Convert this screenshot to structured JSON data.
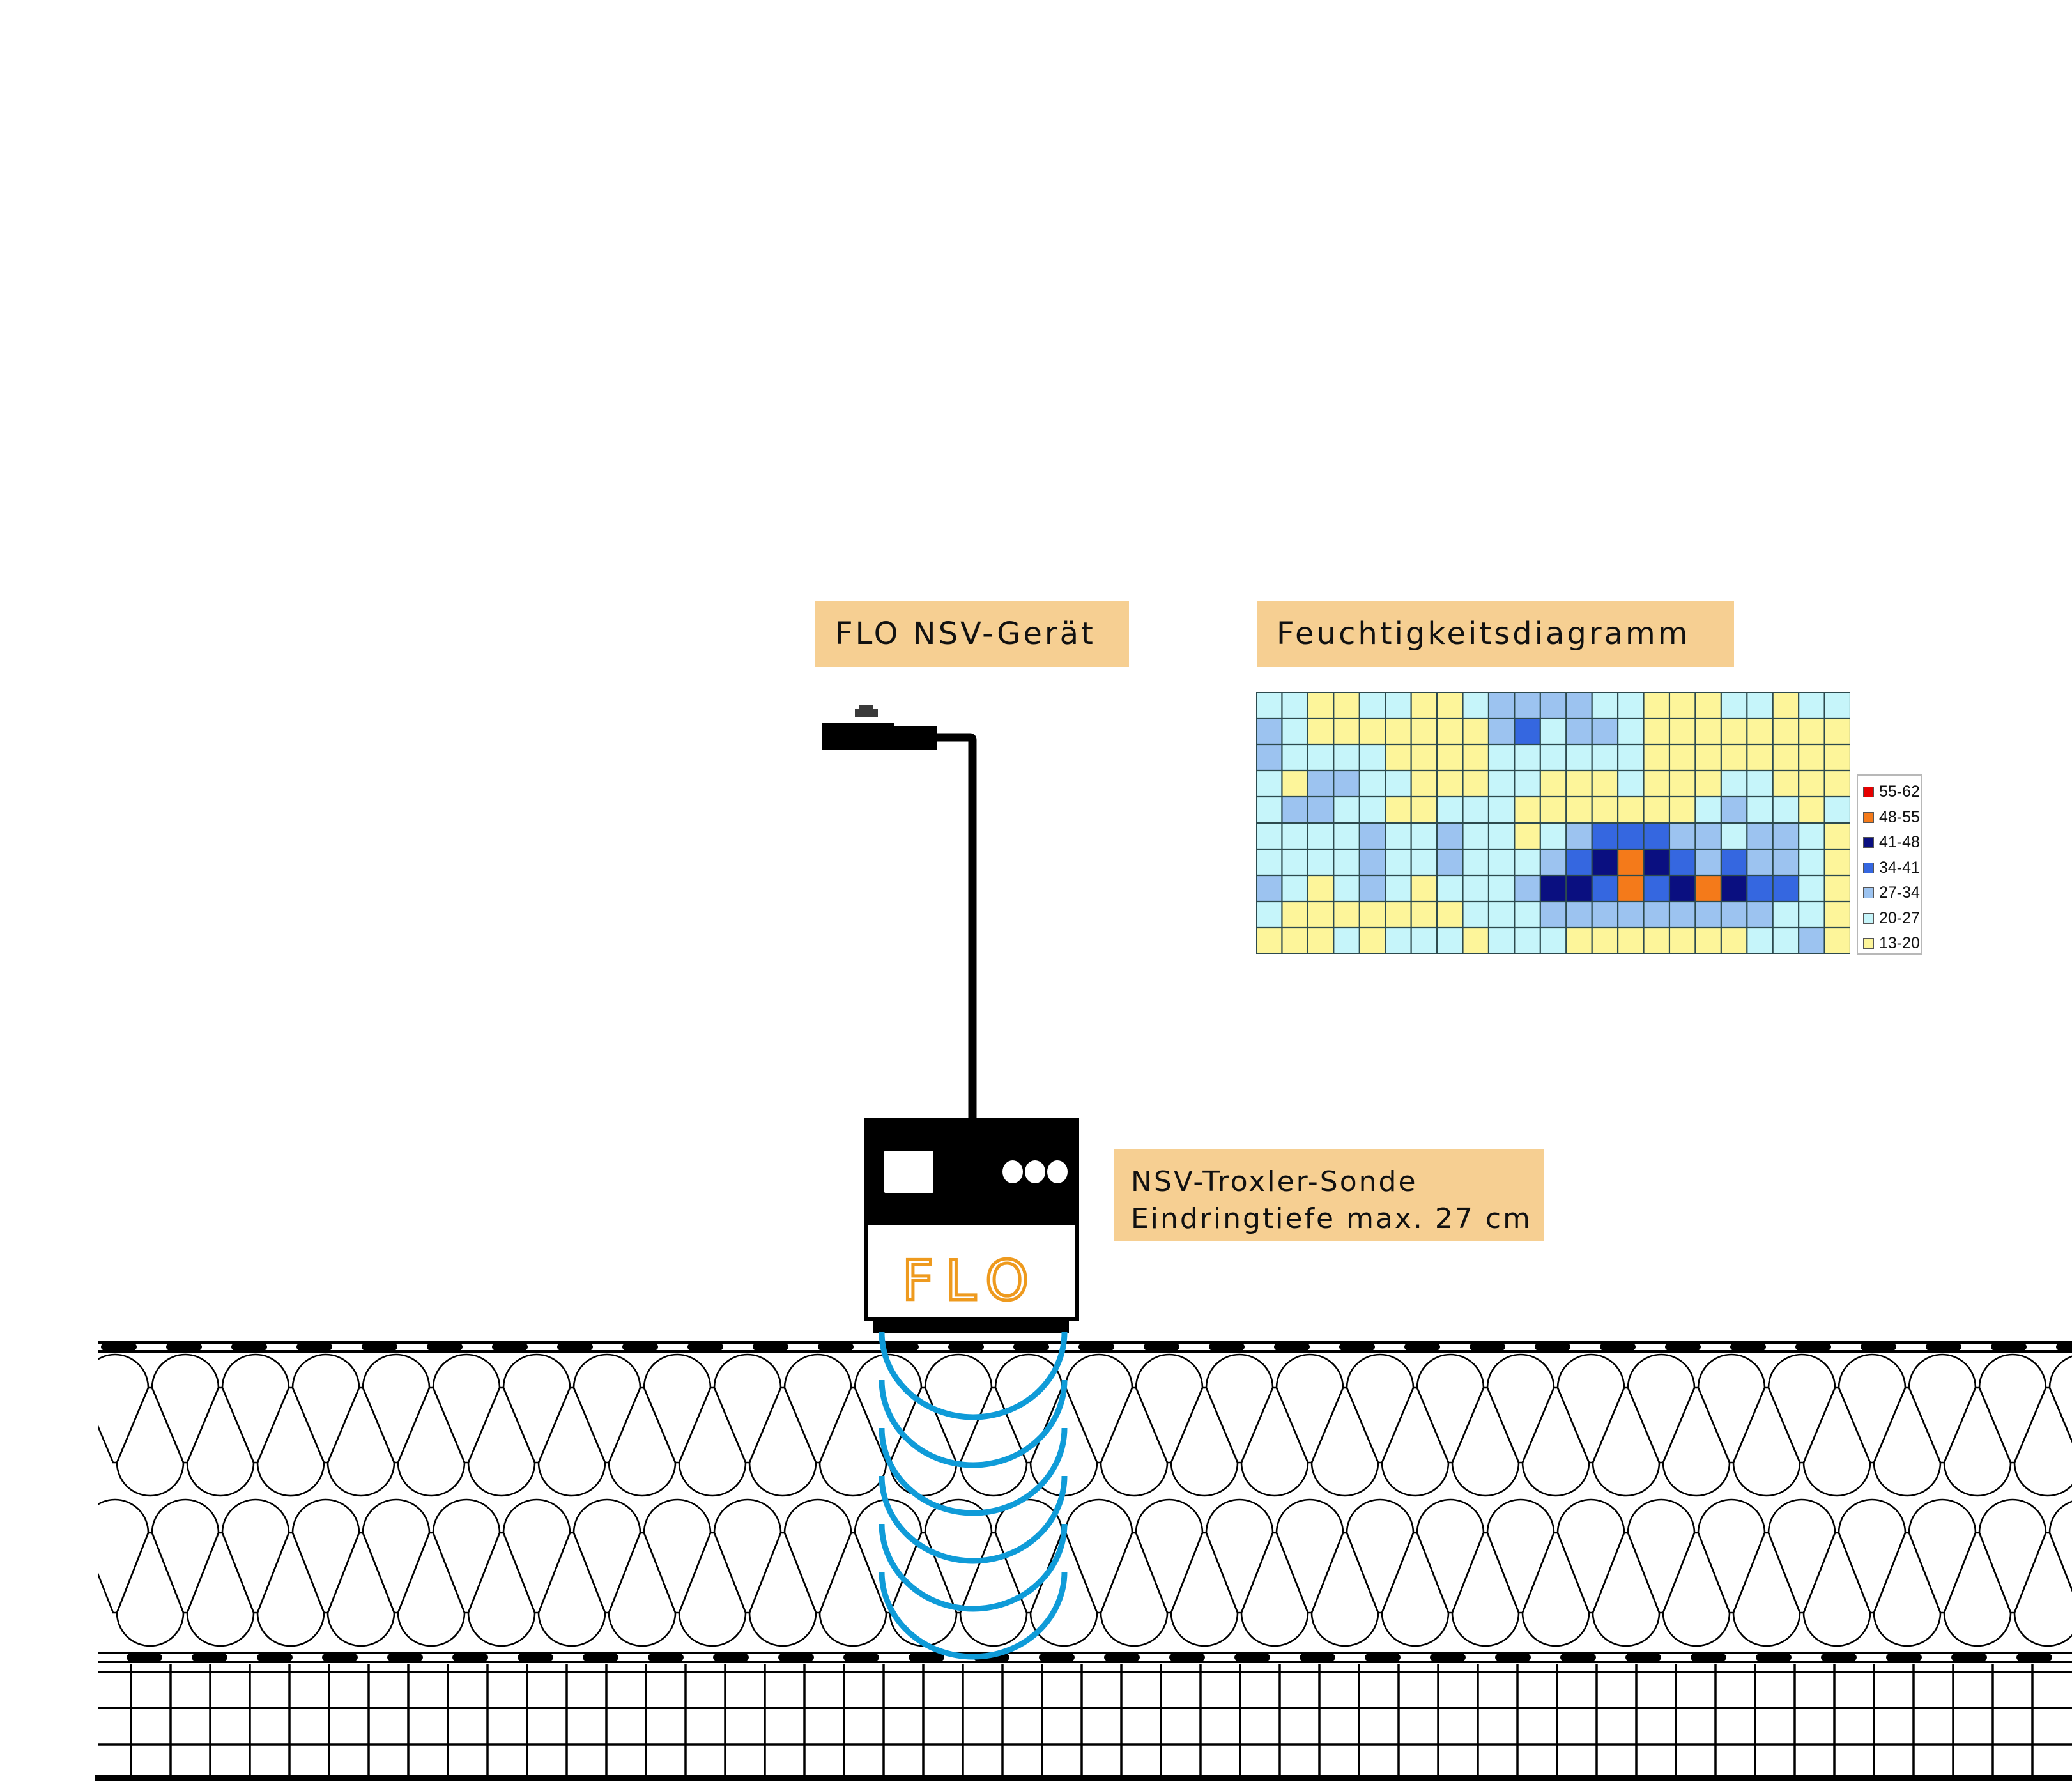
{
  "labels": {
    "device": "FLO NSV-Gerät",
    "diagram": "Feuchtigkeitsdiagramm",
    "probe_line1": "NSV-Troxler-Sonde",
    "probe_line2": "Eindringtiefe max. 27 cm"
  },
  "device": {
    "brand": "FLO",
    "brand_color": "#ee9a1e",
    "body_color": "#000000",
    "indicator_lights": 3
  },
  "signal": {
    "color": "#0f9bd8",
    "wave_count": 6
  },
  "layers": [
    {
      "name": "top-membrane"
    },
    {
      "name": "insulation-upper"
    },
    {
      "name": "insulation-lower"
    },
    {
      "name": "bottom-membrane"
    },
    {
      "name": "substrate-grid"
    }
  ],
  "chart_data": {
    "type": "heatmap",
    "title": "Feuchtigkeitsdiagramm",
    "xlabel": "",
    "ylabel": "",
    "grid": true,
    "legend_position": "right",
    "legend": [
      {
        "label": "55-62",
        "min": 55,
        "max": 62,
        "color": "#e60000"
      },
      {
        "label": "48-55",
        "min": 48,
        "max": 55,
        "color": "#f47a1a"
      },
      {
        "label": "41-48",
        "min": 41,
        "max": 48,
        "color": "#0a0f80"
      },
      {
        "label": "34-41",
        "min": 34,
        "max": 41,
        "color": "#3567e0"
      },
      {
        "label": "27-34",
        "min": 27,
        "max": 34,
        "color": "#9cc3f0"
      },
      {
        "label": "20-27",
        "min": 20,
        "max": 27,
        "color": "#c6f5fa"
      },
      {
        "label": "13-20",
        "min": 13,
        "max": 20,
        "color": "#fdf59a"
      }
    ],
    "rows": 10,
    "cols": 23,
    "values": [
      [
        24,
        25,
        18,
        17,
        22,
        22,
        17,
        17,
        24,
        30,
        32,
        28,
        30,
        24,
        22,
        17,
        17,
        17,
        24,
        22,
        17,
        22,
        26
      ],
      [
        30,
        24,
        18,
        17,
        17,
        17,
        17,
        17,
        17,
        30,
        35,
        24,
        30,
        30,
        24,
        17,
        17,
        17,
        17,
        17,
        17,
        17,
        17
      ],
      [
        30,
        24,
        22,
        24,
        22,
        17,
        17,
        17,
        17,
        22,
        24,
        24,
        22,
        22,
        22,
        17,
        17,
        17,
        17,
        17,
        17,
        17,
        17
      ],
      [
        24,
        17,
        30,
        30,
        24,
        22,
        17,
        17,
        17,
        22,
        24,
        17,
        17,
        17,
        22,
        17,
        17,
        17,
        22,
        22,
        17,
        17,
        17
      ],
      [
        24,
        30,
        30,
        24,
        22,
        17,
        17,
        22,
        24,
        22,
        17,
        17,
        17,
        17,
        17,
        17,
        17,
        24,
        30,
        24,
        22,
        17,
        24
      ],
      [
        24,
        24,
        24,
        24,
        30,
        24,
        24,
        30,
        22,
        22,
        17,
        22,
        30,
        34,
        38,
        34,
        32,
        30,
        24,
        30,
        30,
        22,
        17
      ],
      [
        22,
        24,
        24,
        24,
        30,
        22,
        24,
        30,
        24,
        22,
        24,
        30,
        38,
        44,
        50,
        44,
        34,
        30,
        34,
        30,
        30,
        22,
        17
      ],
      [
        30,
        22,
        17,
        22,
        30,
        22,
        17,
        22,
        22,
        22,
        32,
        44,
        44,
        40,
        50,
        36,
        44,
        50,
        42,
        38,
        36,
        24,
        17
      ],
      [
        22,
        17,
        17,
        17,
        17,
        17,
        17,
        17,
        22,
        22,
        24,
        30,
        30,
        30,
        30,
        30,
        30,
        28,
        30,
        28,
        24,
        22,
        17
      ],
      [
        17,
        17,
        17,
        22,
        17,
        22,
        24,
        22,
        17,
        22,
        22,
        22,
        17,
        17,
        17,
        17,
        17,
        17,
        17,
        22,
        22,
        30,
        17
      ]
    ]
  }
}
